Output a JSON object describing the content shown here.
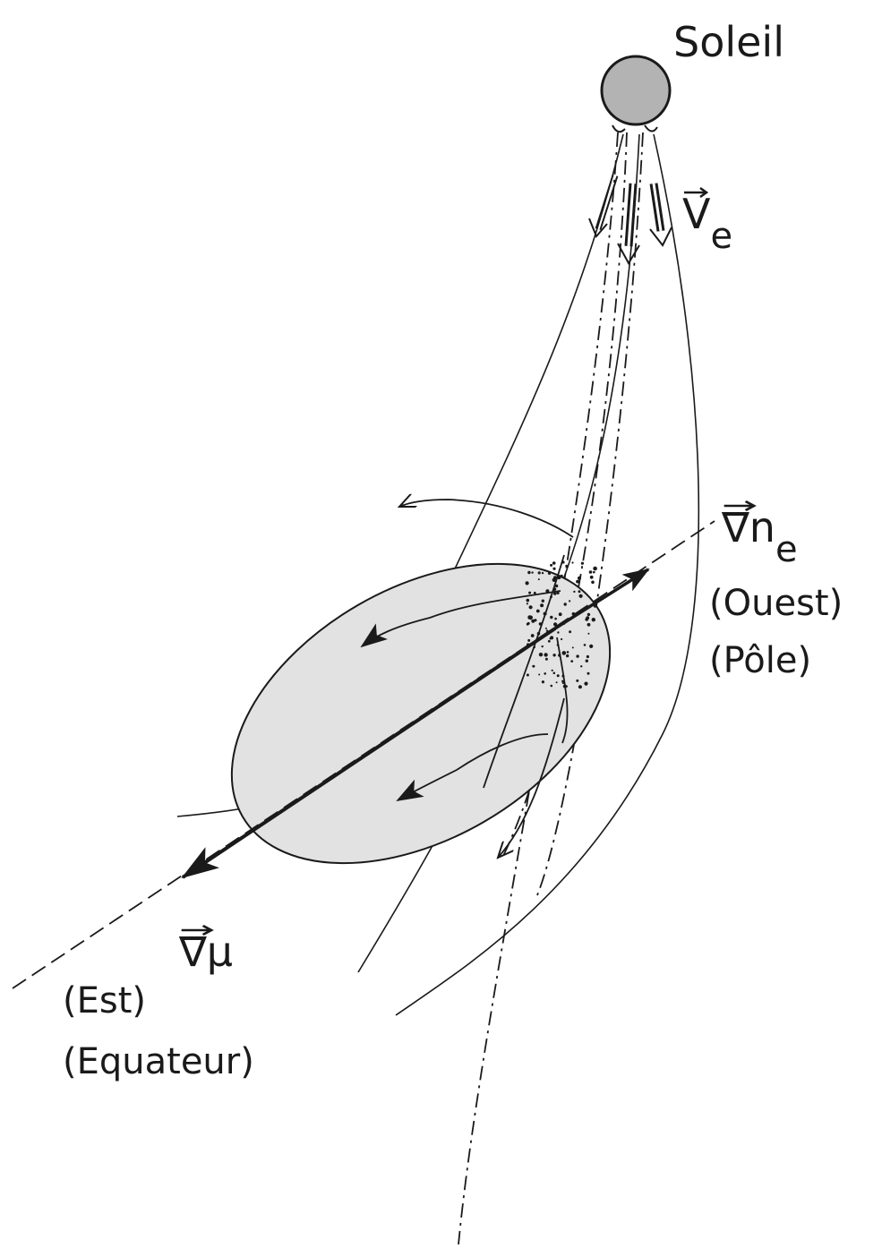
{
  "labels": {
    "sun": "Soleil",
    "ve_symbol": "V",
    "ve_sub": "e",
    "grad_ne_symbol": "∇n",
    "grad_ne_sub": "e",
    "west": "(Ouest)",
    "pole": "(Pôle)",
    "grad_mu_symbol": "∇μ",
    "east": "(Est)",
    "equator": "(Equateur)"
  },
  "colors": {
    "line": "#1a1a1a",
    "sun_fill": "#b3b3b3",
    "ellipse_fill": "#e2e2e2",
    "background": "#ffffff"
  }
}
